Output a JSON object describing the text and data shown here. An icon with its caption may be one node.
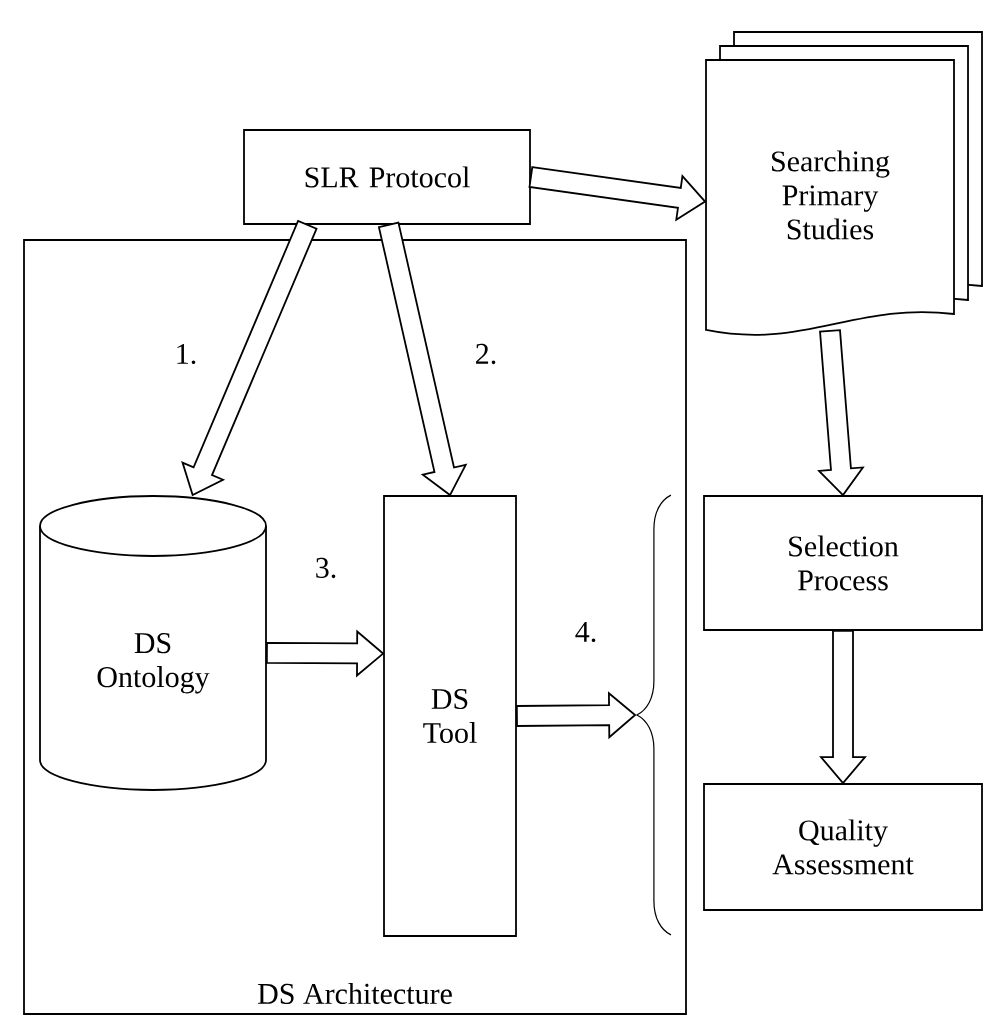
{
  "diagram": {
    "nodes": [
      {
        "text": [
          "DS Architecture"
        ]
      },
      {
        "text": [
          "SLR Protocol"
        ]
      },
      {
        "text": [
          "Searching Primary Studies"
        ]
      },
      {
        "text": [
          "DS Ontology"
        ],
        "in": 0
      },
      {
        "text": [
          "DS Tool"
        ],
        "in": 0
      },
      {
        "text": [
          "Selection Process"
        ]
      },
      {
        "text": [
          "Quality Assessment"
        ]
      },
      {
        "text": [],
        "shape": "brace",
        "in": 0
      }
    ],
    "edges": [
      {
        "from": 1,
        "to": 2,
        "arrow": "to"
      },
      {
        "from": 1,
        "to": 3,
        "arrow": "to",
        "label": "1."
      },
      {
        "from": 1,
        "to": 4,
        "arrow": "to",
        "label": "2."
      },
      {
        "from": 3,
        "to": 4,
        "arrow": "to",
        "label": "3."
      },
      {
        "from": 4,
        "to": 7,
        "arrow": "to",
        "label": "4."
      },
      {
        "from": 2,
        "to": 5,
        "arrow": "to"
      },
      {
        "from": 5,
        "to": 6,
        "arrow": "to"
      }
    ]
  }
}
